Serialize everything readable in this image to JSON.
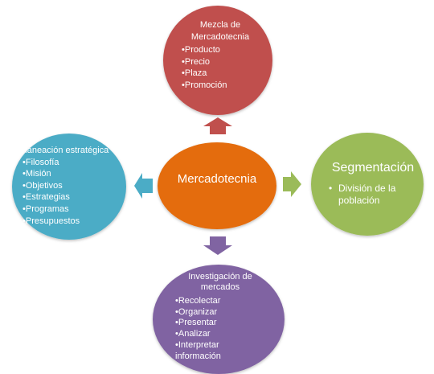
{
  "center": {
    "label": "Mercadotecnia"
  },
  "nodes": {
    "top": {
      "title": "Mezcla de Mercadotecnia",
      "items": [
        "Producto",
        "Precio",
        "Plaza",
        "Promoción"
      ]
    },
    "left": {
      "title": "Planeación estratégica",
      "items": [
        "Filosofía",
        "Misión",
        "Objetivos",
        "Estrategias",
        "Programas",
        "Presupuestos"
      ]
    },
    "right": {
      "title": "Segmentación",
      "items": [
        "División de la población"
      ]
    },
    "bottom": {
      "title": "Investigación de mercados",
      "items": [
        "Recolectar",
        "Organizar",
        "Presentar",
        "Analizar",
        "Interpretar información"
      ]
    }
  },
  "colors": {
    "center": "#E46C0A",
    "top": "#C0504D",
    "left": "#4BACC6",
    "right": "#9BBB59",
    "bottom": "#8064A2"
  }
}
